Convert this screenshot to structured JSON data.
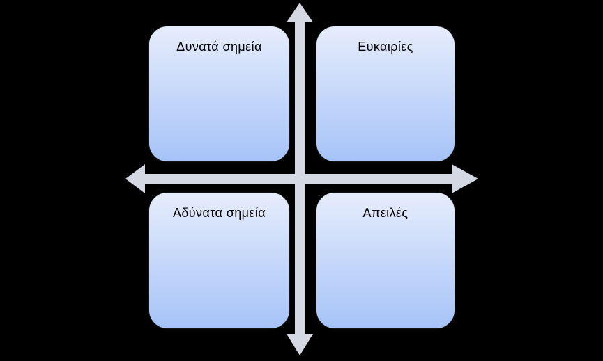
{
  "diagram": {
    "type": "swot-quadrant-diagram",
    "background_color": "#000000",
    "quadrants": [
      {
        "position": "top-left",
        "label": "Δυνατά σημεία"
      },
      {
        "position": "top-right",
        "label": "Ευκαιρίες"
      },
      {
        "position": "bottom-left",
        "label": "Αδύνατα σημεία"
      },
      {
        "position": "bottom-right",
        "label": "Απειλές"
      }
    ],
    "axes": {
      "vertical": "double-headed arrow, points up and down",
      "horizontal": "double-headed arrow, points left and right"
    },
    "colors": {
      "background_color": "#000000",
      "box_gradient_top": "#e6edfc",
      "box_gradient_bottom": "#a6c3f8",
      "box_border": "#141414",
      "arrow_fill": "#d4d8e2",
      "label_text": "#000000"
    }
  }
}
